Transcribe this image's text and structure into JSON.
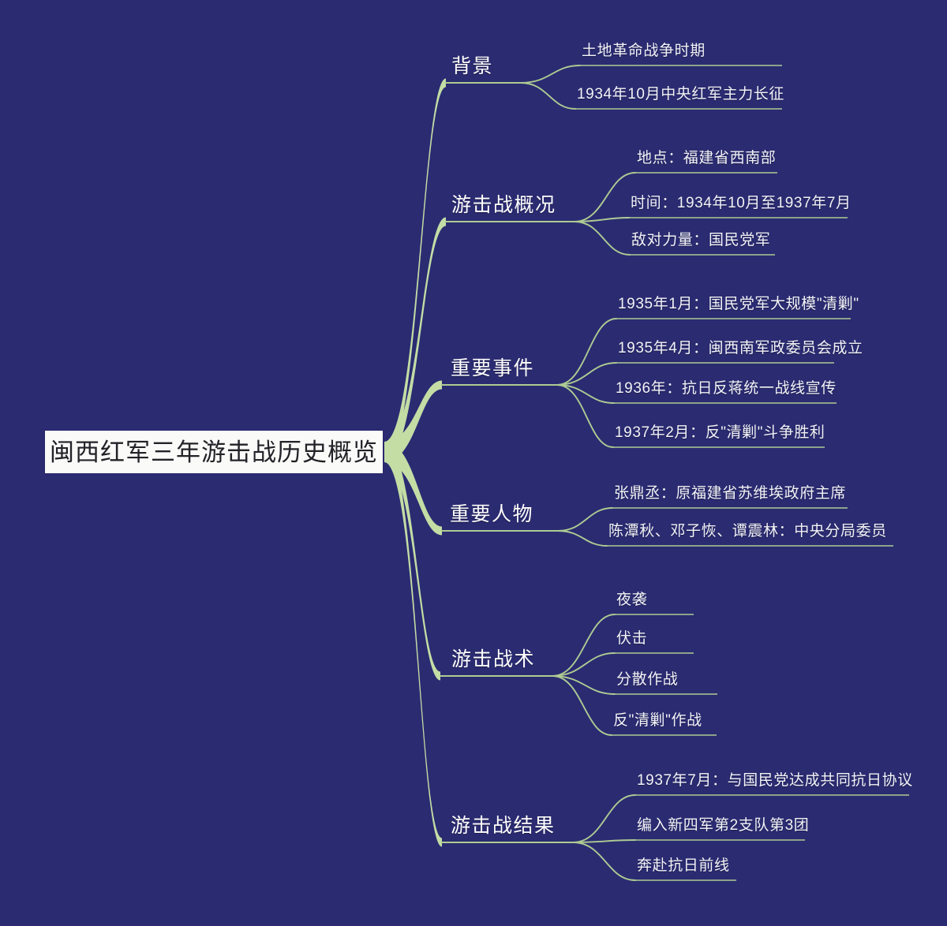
{
  "theme": {
    "background": "#2b2b72",
    "branch_color": "#c3dda5",
    "leaf_line_color": "#aecb92",
    "root_background": "#fafaf8",
    "root_text": "#222228",
    "branch_text": "#ffffff",
    "leaf_text": "#f2f3f7"
  },
  "root": {
    "label": "闽西红军三年游击战历史概览"
  },
  "branches": [
    {
      "label": "背景",
      "children": [
        {
          "label": "土地革命战争时期"
        },
        {
          "label": "1934年10月中央红军主力长征"
        }
      ]
    },
    {
      "label": "游击战概况",
      "children": [
        {
          "label": "地点：福建省西南部"
        },
        {
          "label": "时间：1934年10月至1937年7月"
        },
        {
          "label": "敌对力量：国民党军"
        }
      ]
    },
    {
      "label": "重要事件",
      "children": [
        {
          "label": "1935年1月：国民党军大规模\"清剿\""
        },
        {
          "label": "1935年4月：闽西南军政委员会成立"
        },
        {
          "label": "1936年：抗日反蒋统一战线宣传"
        },
        {
          "label": "1937年2月：反\"清剿\"斗争胜利"
        }
      ]
    },
    {
      "label": "重要人物",
      "children": [
        {
          "label": "张鼎丞：原福建省苏维埃政府主席"
        },
        {
          "label": "陈潭秋、邓子恢、谭震林：中央分局委员"
        }
      ]
    },
    {
      "label": "游击战术",
      "children": [
        {
          "label": "夜袭"
        },
        {
          "label": "伏击"
        },
        {
          "label": "分散作战"
        },
        {
          "label": "反\"清剿\"作战"
        }
      ]
    },
    {
      "label": "游击战结果",
      "children": [
        {
          "label": "1937年7月：与国民党达成共同抗日协议"
        },
        {
          "label": "编入新四军第2支队第3团"
        },
        {
          "label": "奔赴抗日前线"
        }
      ]
    }
  ]
}
